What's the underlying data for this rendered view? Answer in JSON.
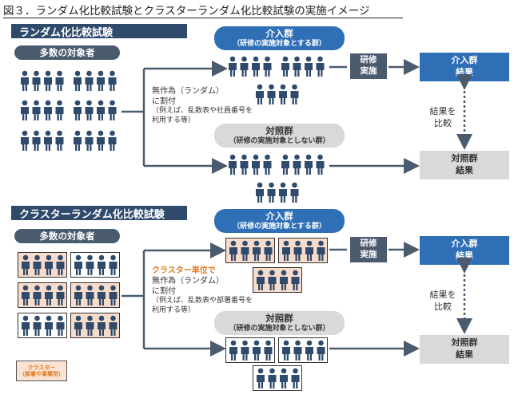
{
  "title": "図３．ランダム化比較試験とクラスターランダム化比較試験の実施イメージ",
  "colors": {
    "dark_navy": "#2f4a6b",
    "slate": "#4a5b6e",
    "blue": "#2f6fb5",
    "grey": "#d9d9d9",
    "orange": "#e07a1f",
    "peach": "#f8dccb"
  },
  "rct": {
    "heading": "ランダム化比較試験",
    "population": "多数の対象者",
    "allocation_lines": [
      "無作為（ランダム）",
      "に割付",
      "（例えば、乱数表や社員番号を",
      "利用する等）"
    ],
    "intervention": {
      "name": "介入群",
      "sub": "（研修の実施対象とする群）"
    },
    "control": {
      "name": "対照群",
      "sub": "（研修の実施対象としない群）"
    },
    "training": [
      "研修",
      "実施"
    ],
    "result_intervention": [
      "介入群",
      "結果"
    ],
    "result_control": [
      "対照群",
      "結果"
    ],
    "compare": [
      "結果を",
      "比較"
    ]
  },
  "crct": {
    "heading": "クラスターランダム化比較試験",
    "population": "多数の対象者",
    "cluster_unit": "クラスター単位で",
    "allocation_lines": [
      "無作為（ランダム）",
      "に割付",
      "（例えば、乱数表や部署番号を",
      "利用する等）"
    ],
    "intervention": {
      "name": "介入群",
      "sub": "（研修の実施対象とする群）"
    },
    "control": {
      "name": "対照群",
      "sub": "（研修の実施対象としない群）"
    },
    "training": [
      "研修",
      "実施"
    ],
    "result_intervention": [
      "介入群",
      "結果"
    ],
    "result_control": [
      "対照群",
      "結果"
    ],
    "compare": [
      "結果を",
      "比較"
    ],
    "legend": [
      "クラスター",
      "（部署や事業所）"
    ]
  },
  "icons": {
    "person": "person-icon"
  }
}
